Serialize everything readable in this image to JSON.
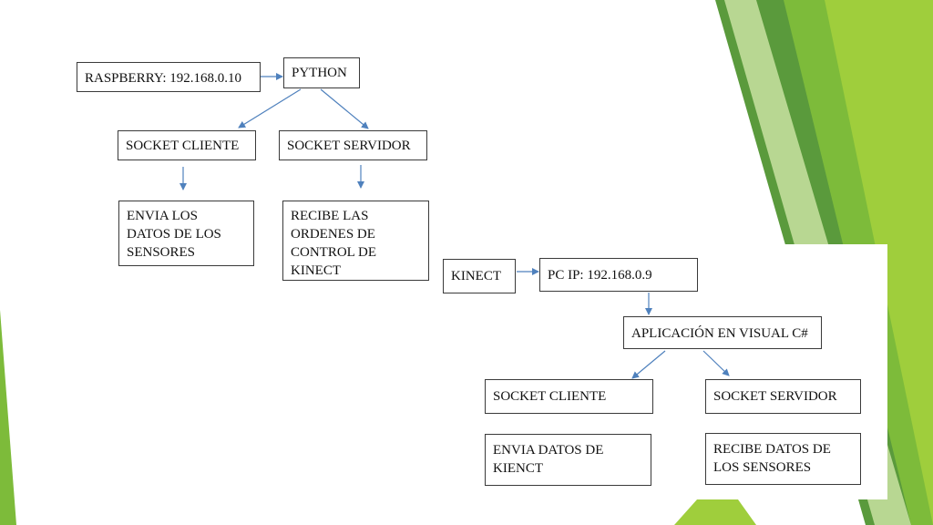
{
  "colors": {
    "accent_dark": "#5a9a3c",
    "accent_mid": "#7dbb3a",
    "accent_light": "#9fce3c",
    "accent_pale": "#cfe6a8",
    "arrow": "#4f81bd",
    "box_border": "#3a3a3a"
  },
  "diagram1": {
    "raspberry": "RASPBERRY: 192.168.0.10",
    "python": "PYTHON",
    "socket_cliente": "SOCKET CLIENTE",
    "socket_servidor": "SOCKET SERVIDOR",
    "envia": "ENVIA LOS\nDATOS DE LOS\nSENSORES",
    "recibe": "RECIBE LAS\nORDENES DE\nCONTROL DE\nKINECT"
  },
  "diagram2": {
    "kinect": "KINECT",
    "pc_ip": "PC  IP: 192.168.0.9",
    "aplicacion": "APLICACIÓN EN VISUAL C#",
    "socket_cliente": "SOCKET CLIENTE",
    "socket_servidor": "SOCKET SERVIDOR",
    "envia": "ENVIA DATOS DE\nKIENCT",
    "recibe": "RECIBE DATOS DE\nLOS SENSORES"
  }
}
